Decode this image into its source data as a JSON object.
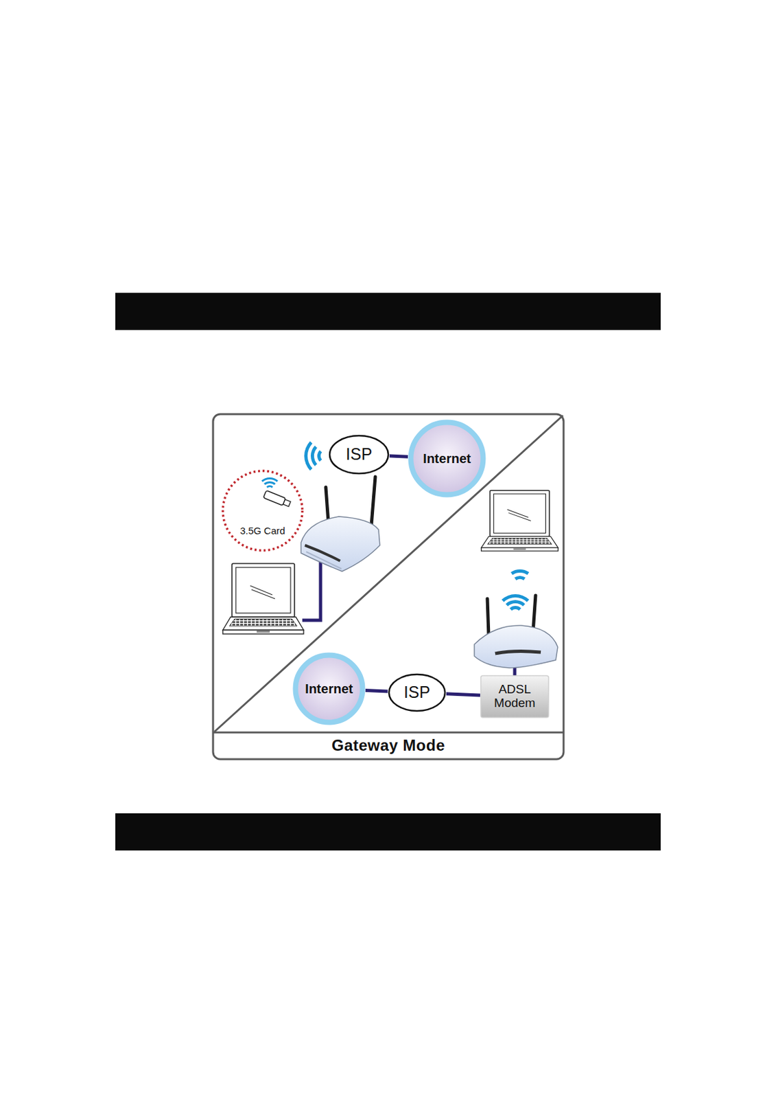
{
  "diagram": {
    "nodes": [
      {
        "text": [
          "ISP"
        ]
      },
      {
        "text": [
          "Internet"
        ]
      },
      {
        "text": [
          "3.5G Card"
        ]
      },
      {
        "text": [
          "Internet"
        ]
      },
      {
        "text": [
          "ISP"
        ]
      },
      {
        "text": [
          "ADSL Modem"
        ]
      },
      {
        "text": [
          "Gateway Mode"
        ]
      }
    ],
    "edges": [
      {
        "from": 0,
        "to": 1,
        "arrow": "none"
      },
      {
        "from": 3,
        "to": 4,
        "arrow": "none"
      },
      {
        "from": 4,
        "to": 5,
        "arrow": "none"
      }
    ]
  }
}
